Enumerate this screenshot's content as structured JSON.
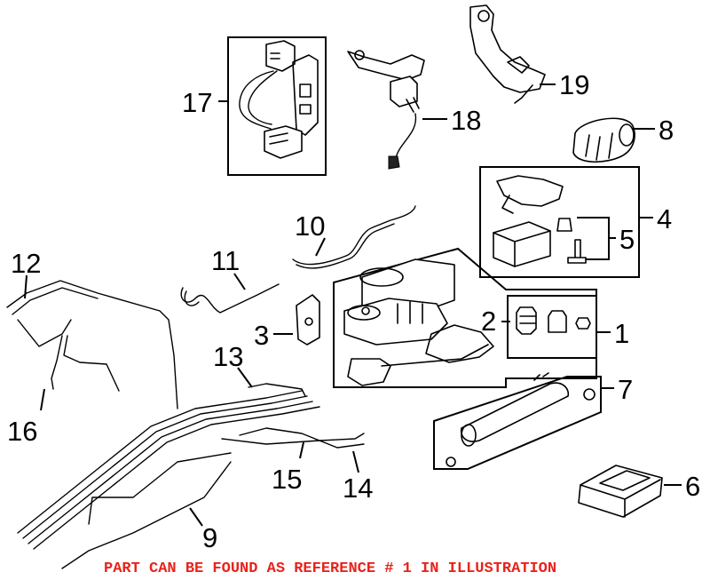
{
  "diagram": {
    "callouts": {
      "c1": "1",
      "c2": "2",
      "c3": "3",
      "c4": "4",
      "c5": "5",
      "c6": "6",
      "c7": "7",
      "c8": "8",
      "c9": "9",
      "c10": "10",
      "c11": "11",
      "c12": "12",
      "c13": "13",
      "c14": "14",
      "c15": "15",
      "c16": "16",
      "c17": "17",
      "c18": "18",
      "c19": "19"
    },
    "footer_note": "PART CAN BE FOUND AS REFERENCE # 1 IN ILLUSTRATION",
    "colors": {
      "note": "#e8231c",
      "line": "#000000",
      "background": "#ffffff"
    }
  }
}
